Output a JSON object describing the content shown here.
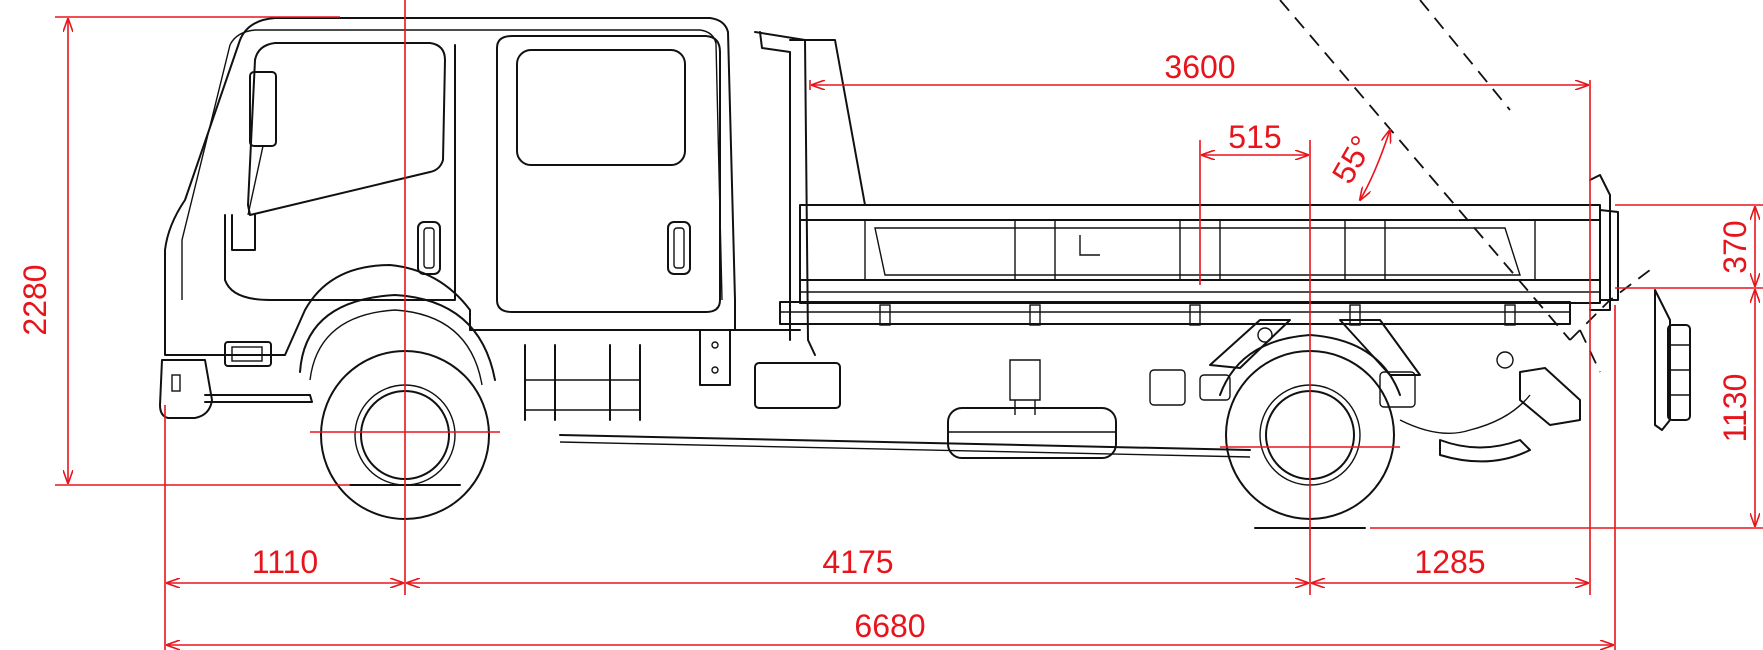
{
  "colors": {
    "dimension": "#e8141c",
    "outline": "#111111",
    "background": "#ffffff"
  },
  "dimensions": {
    "overall_height": "2280",
    "front_overhang": "1110",
    "wheelbase": "4175",
    "rear_overhang": "1285",
    "overall_length": "6680",
    "body_length": "3600",
    "offset": "515",
    "tipping_angle": "55°",
    "side_height": "370",
    "floor_height": "1130"
  }
}
